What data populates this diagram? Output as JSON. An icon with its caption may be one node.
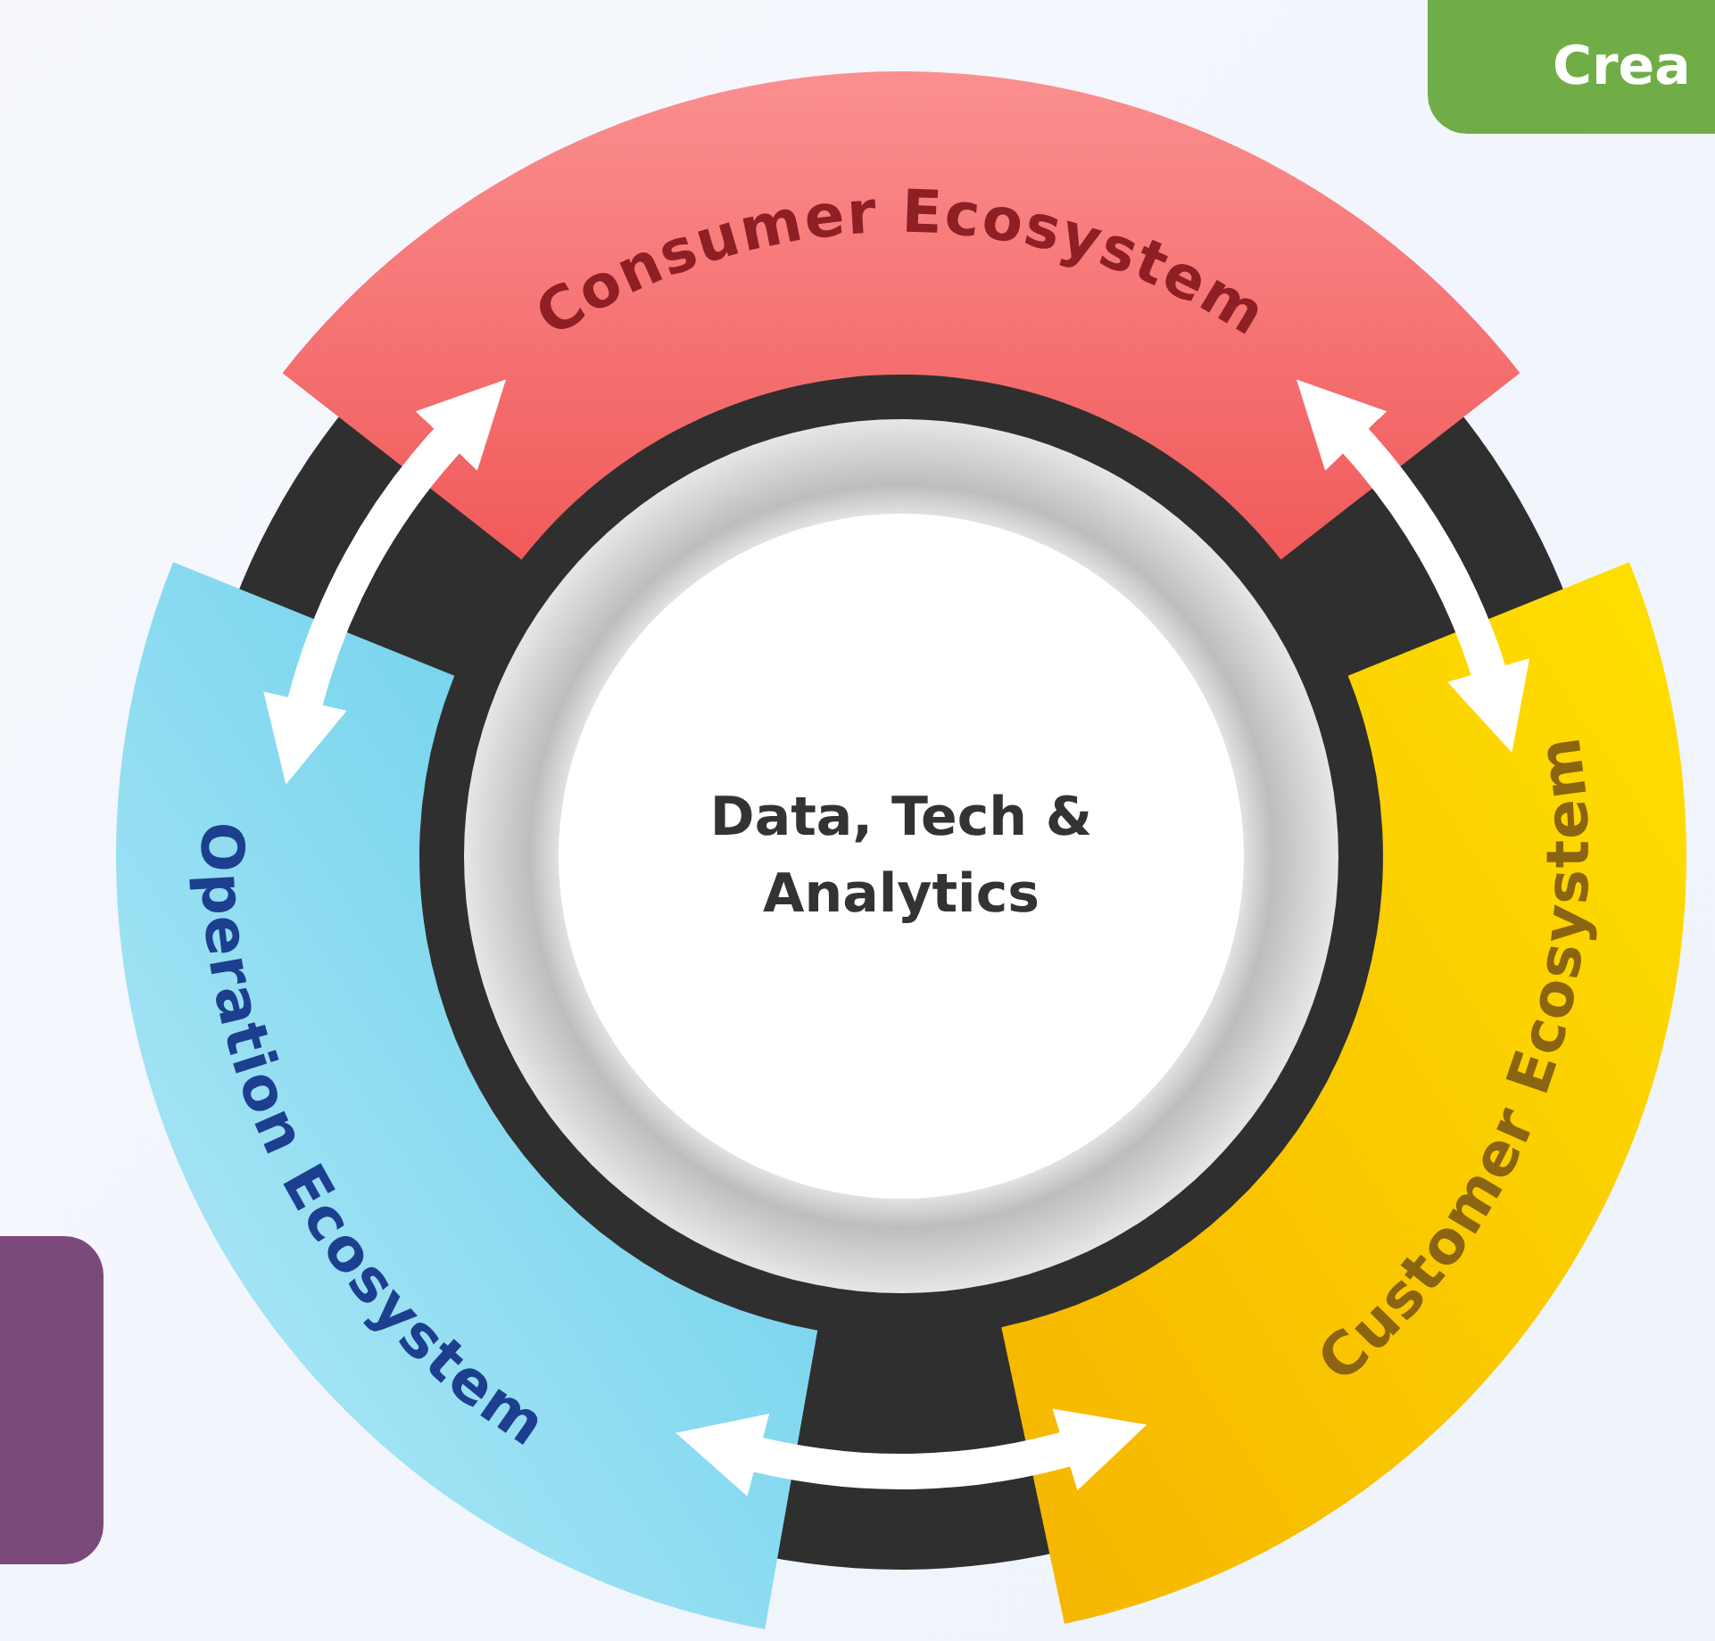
{
  "diagram": {
    "nodes": [
      {
        "text": [
          "Crea"
        ]
      },
      {
        "text": [
          "Consumer Ecosystem"
        ]
      },
      {
        "text": [
          "Operation Ecosystem"
        ]
      },
      {
        "text": [
          "Data, Tech & Analytics"
        ]
      },
      {
        "text": [
          "Customer Ecosystem"
        ]
      },
      {
        "text": [],
        "shape": "box"
      }
    ],
    "edges": [
      {
        "from": 1,
        "to": 2,
        "arrow": "both"
      },
      {
        "from": 1,
        "to": 4,
        "arrow": "both"
      },
      {
        "from": 2,
        "to": 4,
        "arrow": "both"
      }
    ]
  }
}
